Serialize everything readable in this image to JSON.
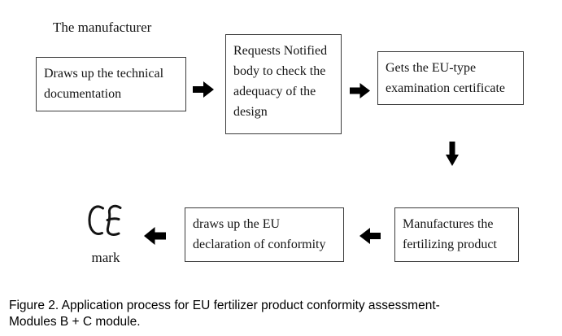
{
  "diagram": {
    "heading": "The manufacturer",
    "boxes": [
      {
        "text": "Draws up the technical documentation"
      },
      {
        "text": "Requests Notified body to check the adequacy of the design"
      },
      {
        "text": "Gets the EU-type examination certificate"
      },
      {
        "text": "Manufactures the fertilizing product"
      },
      {
        "text": "draws up the EU declaration of conformity"
      }
    ],
    "arrows": [
      {
        "direction": "right",
        "from": "Draws up the technical documentation",
        "to": "Requests Notified body to check the adequacy of the design"
      },
      {
        "direction": "right",
        "from": "Requests Notified body to check the adequacy of the design",
        "to": "Gets the EU-type examination certificate"
      },
      {
        "direction": "down",
        "from": "Gets the EU-type examination certificate",
        "to": "Manufactures the fertilizing product"
      },
      {
        "direction": "left",
        "from": "Manufactures the fertilizing product",
        "to": "draws up the EU declaration of conformity"
      },
      {
        "direction": "left",
        "from": "draws up the EU declaration of conformity",
        "to": "CE mark"
      }
    ],
    "ce_mark": {
      "symbol": "CE",
      "label": "mark"
    }
  },
  "caption": {
    "line1": "Figure 2. Application process for EU fertilizer product conformity assessment-",
    "line2": "Modules B + C module."
  },
  "colors": {
    "background": "#ffffff",
    "text": "#141414",
    "box_border": "#3c3c3c",
    "arrow_fill": "#000000"
  }
}
